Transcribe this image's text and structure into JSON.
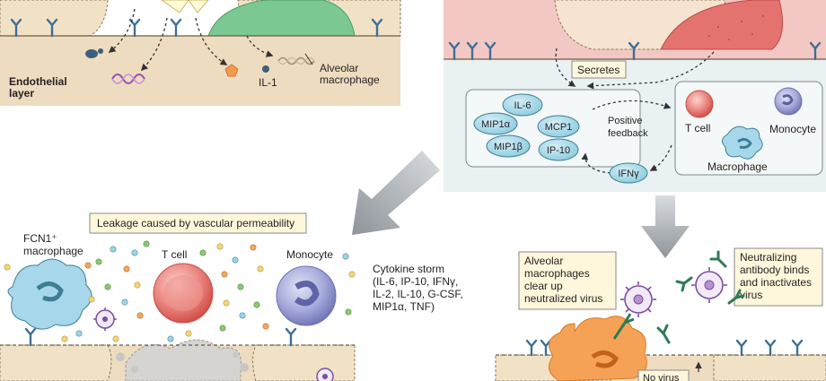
{
  "top_left": {
    "endothelial_label": [
      "Endothelial",
      "layer"
    ],
    "il1_label": "IL-1",
    "alveolar_macrophage_label": [
      "Alveolar",
      "macrophage"
    ]
  },
  "top_right": {
    "secretes_label": "Secretes",
    "cytokines": [
      "IL-6",
      "MIP1α",
      "MCP1",
      "MIP1β",
      "IP-10"
    ],
    "feedback_label": [
      "Positive",
      "feedback"
    ],
    "ifn_label": "IFNγ",
    "cells": {
      "t_cell": "T cell",
      "monocyte": "Monocyte",
      "macrophage": "Macrophage"
    }
  },
  "bottom_left": {
    "leakage_label": "Leakage caused by vascular permeability",
    "fcn1_label": [
      "FCN1⁺",
      "macrophage"
    ],
    "t_cell_label": "T cell",
    "monocyte_label": "Monocyte",
    "cytokine_storm": [
      "Cytokine storm",
      "(IL-6, IP-10, IFNγ,",
      "IL-2, IL-10, G-CSF,",
      "MIP1α, TNF)"
    ]
  },
  "bottom_right": {
    "alveolar_note": [
      "Alveolar",
      "macrophages",
      "clear up",
      "neutralized virus"
    ],
    "antibody_note": [
      "Neutralizing",
      "antibody binds",
      "and inactivates",
      "virus"
    ],
    "no_virus_label": "No virus"
  },
  "colors": {
    "endothelial_bg": "#eddcc0",
    "lung_bg": "#eaf1f2",
    "pink_tissue": "#f3c8c4",
    "macrophage_green": "#79c68f",
    "infected_red": "#e4736f",
    "cytokine_blue": "#9ed3e4",
    "tcell_red": "#e9726e",
    "monocyte_purple": "#8e92cc",
    "macrophage_orange": "#f6a256",
    "note_bg": "#fff7db",
    "arrow_gray": "#9aa0a6",
    "receptor_blue": "#3f6f96"
  }
}
